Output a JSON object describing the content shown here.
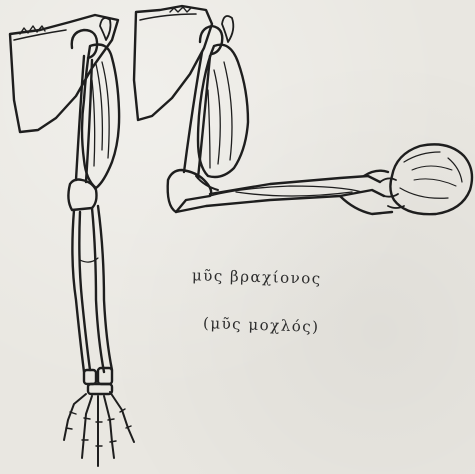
{
  "caption": {
    "main": "μῦς βραχίονος",
    "sub": "(μῦς μοχλός)"
  },
  "colors": {
    "ink": "#1e1e1e",
    "paper": "#e9e7e1"
  },
  "figures": [
    {
      "name": "arm-extended-illustration"
    },
    {
      "name": "arm-flexed-lever-illustration"
    }
  ]
}
